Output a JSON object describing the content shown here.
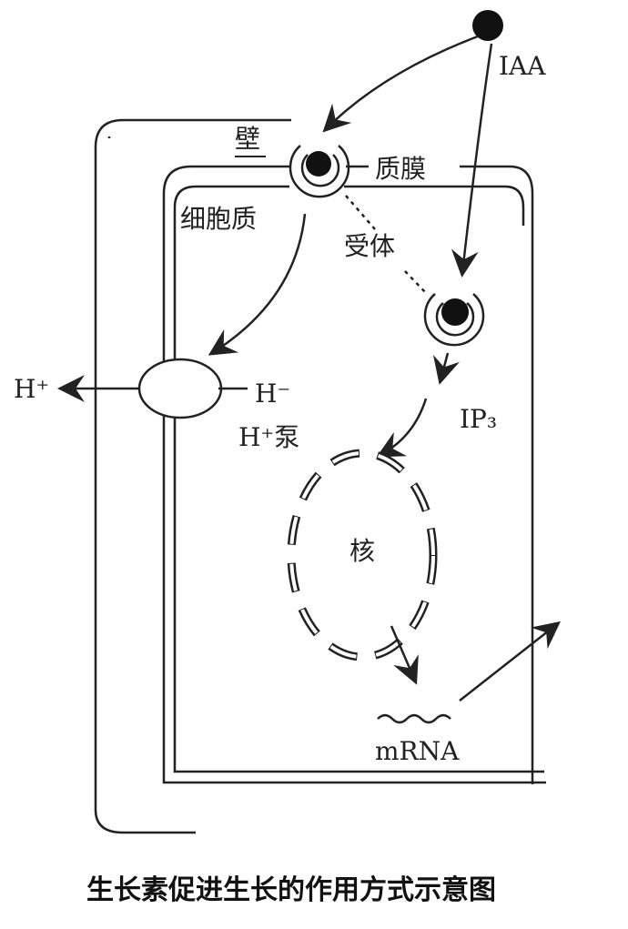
{
  "labels": {
    "iaa": "IAA",
    "wall": "壁",
    "membrane": "质膜",
    "cytoplasm": "细胞质",
    "receptor": "受体",
    "h_out": "H⁺",
    "h_in": "H⁻",
    "pump": "H⁺泵",
    "ip3": "IP₃",
    "nucleus": "核",
    "mrna": "mRNA"
  },
  "caption": "生长素促进生长的作用方式示意图"
}
